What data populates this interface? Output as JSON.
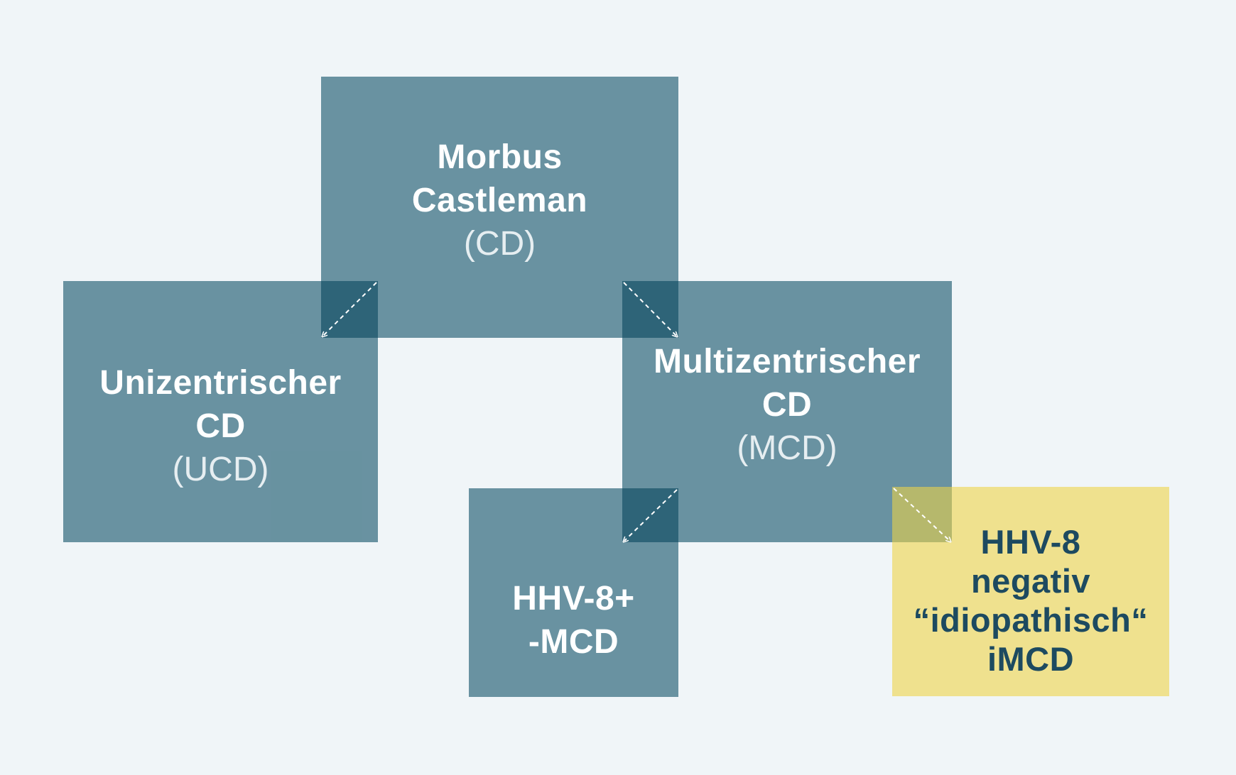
{
  "nodes": {
    "root": {
      "title": "Morbus\nCastleman",
      "abbr": "(CD)"
    },
    "ucd": {
      "title": "Unizentrischer\nCD",
      "abbr": "(UCD)"
    },
    "mcd": {
      "title": "Multizentrischer\nCD",
      "abbr": "(MCD)"
    },
    "hhv8_pos": {
      "title": "HHV-8+\n-MCD"
    },
    "imcd": {
      "title": "HHV-8\nnegativ\n“idiopathisch“\niMCD"
    }
  },
  "colors": {
    "background": "#f0f5f8",
    "box": "#558494",
    "overlap": "#2e6478",
    "highlight": "#efe18e",
    "highlight_text": "#1d4a60"
  }
}
